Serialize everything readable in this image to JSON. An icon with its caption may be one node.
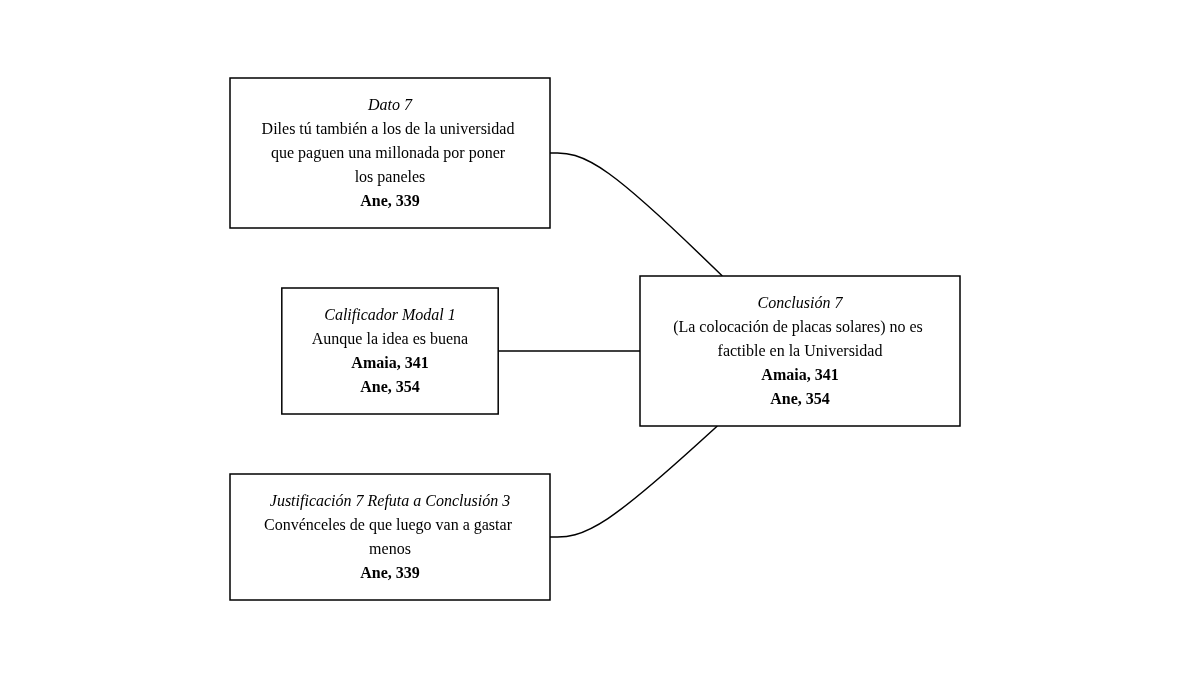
{
  "diagram": {
    "nodes": [
      {
        "text": [
          "Calificador Modal 1",
          "Aunque la idea es buena",
          "Amaia, 341",
          "Ane, 354"
        ]
      },
      {
        "text": [
          "Dato 7",
          "Diles tú también a los de la universidad que paguen una millonada por poner los paneles",
          "Ane, 339"
        ]
      },
      {
        "text": [
          "Conclusión 7",
          "(La colocación de placas solares) no es factible en la Universidad",
          "Amaia, 341",
          "Ane, 354"
        ]
      },
      {
        "text": [
          "Justificación 7 Refuta a Conclusión 3",
          "Convénceles de que luego van a gastar menos",
          "Ane, 339"
        ]
      }
    ],
    "edges": [
      {
        "from": 1,
        "to": 2,
        "arrow": "none"
      },
      {
        "from": 0,
        "to": 2,
        "arrow": "none"
      },
      {
        "from": 3,
        "to": 2,
        "arrow": "none"
      }
    ]
  }
}
